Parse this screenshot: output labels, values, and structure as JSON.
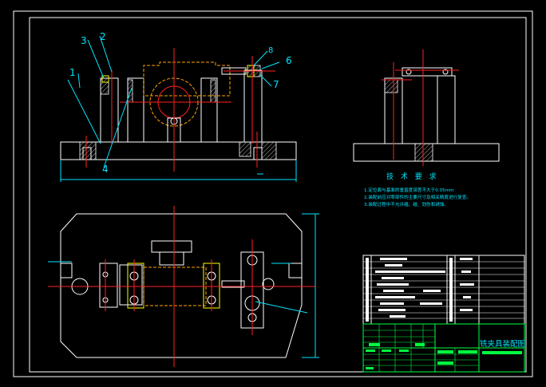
{
  "part_labels": [
    "1",
    "2",
    "3",
    "4",
    "6",
    "7",
    "8"
  ],
  "tech_requirements": {
    "title": "技 术 要 求",
    "items": [
      "1.定位面与基面的垂直度误差不大于0.05mm",
      "2.装配前应对零部件的主要尺寸及相关精度进行复查。",
      "3.装配过程中不允许磕、碰、划伤和锈蚀。"
    ]
  },
  "title_block": {
    "drawing_title": "铣夹具装配图"
  },
  "colors": {
    "background": "#000000",
    "outline": "#ffffff",
    "centerline": "#ff2020",
    "dimension": "#00e6ff",
    "hidden": "#ffa500",
    "fastener": "#ffff00",
    "title_block": "#00ff40"
  }
}
